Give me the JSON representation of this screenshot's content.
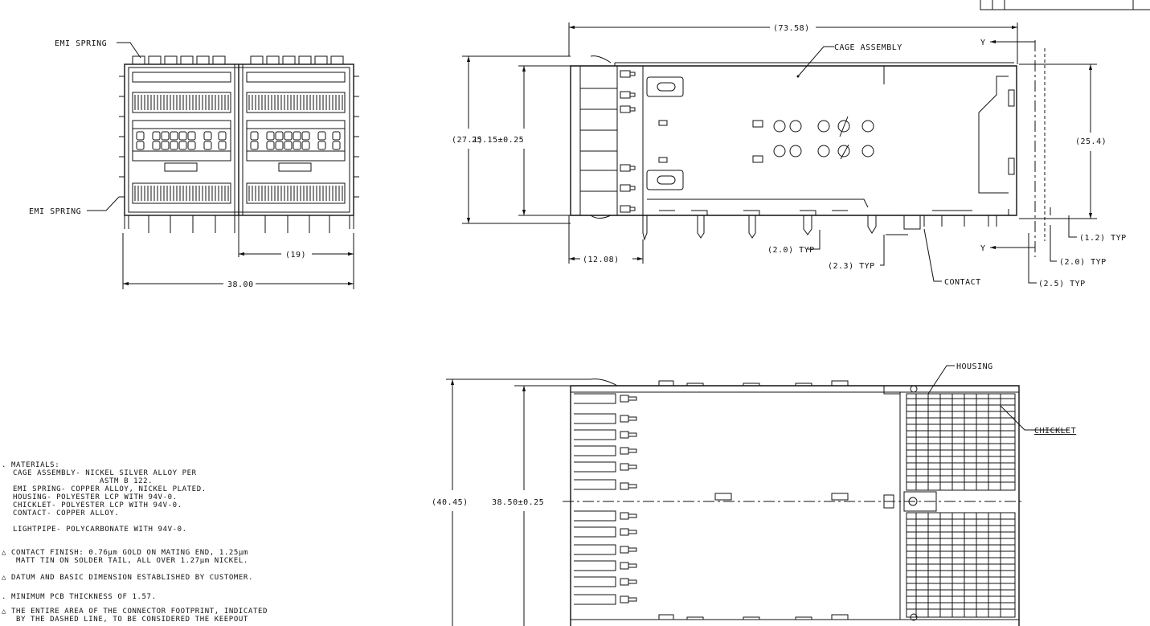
{
  "labels": {
    "emi_spring_top": "EMI SPRING",
    "emi_spring_bottom": "EMI SPRING",
    "dim_19": "(19)",
    "dim_38": "38.00",
    "dim_7358": "(73.58)",
    "cage_assembly": "CAGE ASSEMBLY",
    "y_top": "Y",
    "y_bottom": "Y",
    "dim_271": "(27.1)",
    "dim_2515": "25.15±0.25",
    "dim_254": "(25.4)",
    "dim_12_typ": "(1.2) TYP",
    "dim_20_typ_left": "(2.0) TYP",
    "dim_20_typ_right": "(2.0) TYP",
    "dim_23_typ": "(2.3) TYP",
    "dim_25_typ": "(2.5) TYP",
    "dim_1208": "(12.08)",
    "contact": "CONTACT",
    "housing": "HOUSING",
    "chicklet": "CHICKLET",
    "dim_4045": "(40.45)",
    "dim_3850": "38.50±0.25"
  },
  "notes": {
    "n1_head": ". MATERIALS:",
    "n1_l1": "CAGE ASSEMBLY- NICKEL SILVER ALLOY PER",
    "n1_l2": "ASTM B 122.",
    "n1_l3": "EMI SPRING- COPPER ALLOY, NICKEL PLATED.",
    "n1_l4": "HOUSING- POLYESTER LCP WITH 94V-0.",
    "n1_l5": "CHICKLET- POLYESTER LCP WITH 94V-0.",
    "n1_l6": "CONTACT- COPPER ALLOY.",
    "n1_l7": "LIGHTPIPE- POLYCARBONATE WITH 94V-0.",
    "n2_l1": "△ CONTACT FINISH: 0.76μm GOLD ON MATING END, 1.25μm",
    "n2_l2": "MATT TIN ON SOLDER TAIL, ALL OVER 1.27μm NICKEL.",
    "n3": "△ DATUM AND BASIC DIMENSION ESTABLISHED BY CUSTOMER.",
    "n4": ". MINIMUM PCB THICKNESS OF 1.57.",
    "n5_l1": "△ THE ENTIRE AREA OF THE CONNECTOR FOOTPRINT, INDICATED",
    "n5_l2": "BY THE DASHED LINE, TO BE CONSIDERED THE KEEPOUT"
  }
}
